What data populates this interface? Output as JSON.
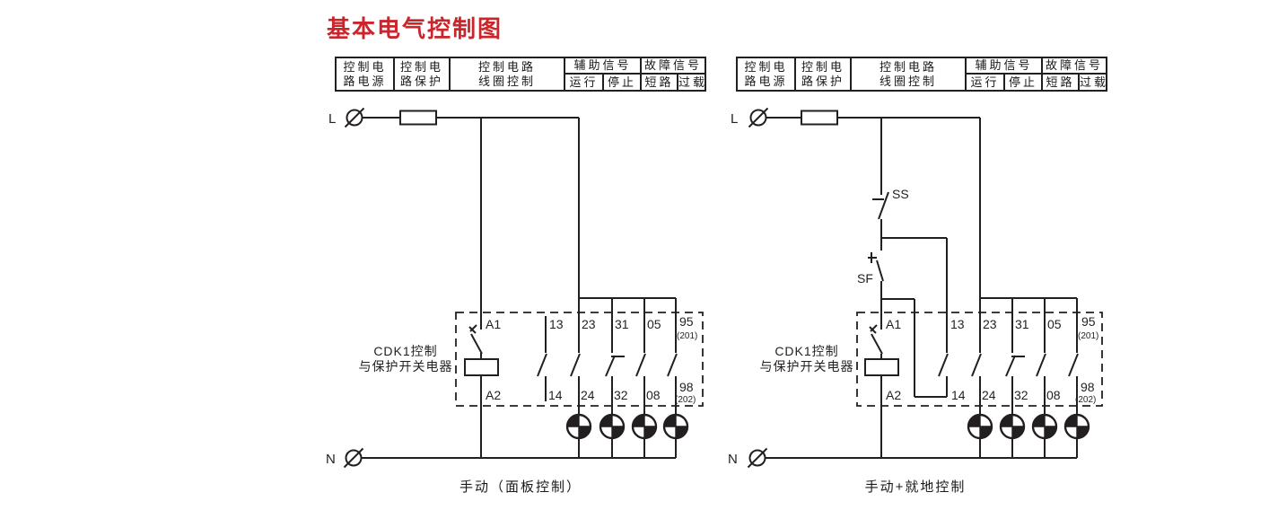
{
  "title": "基本电气控制图",
  "colors": {
    "title_red": "#c9252b",
    "line_black": "#231f20"
  },
  "legend": {
    "power_line1": "控制电",
    "power_line2": "路电源",
    "protect_line1": "控制电",
    "protect_line2": "路保护",
    "coil_line1": "控制电路",
    "coil_line2": "线圈控制",
    "aux_signal": "辅助信号",
    "run": "运行",
    "stop": "停止",
    "fault_signal": "故障信号",
    "short_circuit": "短路",
    "overload": "过载"
  },
  "device": {
    "label_line1": "CDK1控制",
    "label_line2": "与保护开关电器"
  },
  "terminals": {
    "l": "L",
    "n": "N",
    "a1": "A1",
    "a2": "A2",
    "t13": "13",
    "t14": "14",
    "t23": "23",
    "t24": "24",
    "t31": "31",
    "t32": "32",
    "t05": "05",
    "t08": "08",
    "t95": "95",
    "t95_sub": "(201)",
    "t98": "98",
    "t98_sub": "(202)"
  },
  "left_diagram": {
    "caption": "手动（面板控制）"
  },
  "right_diagram": {
    "caption": "手动+就地控制",
    "stop_button": "SS",
    "start_button": "SF"
  }
}
